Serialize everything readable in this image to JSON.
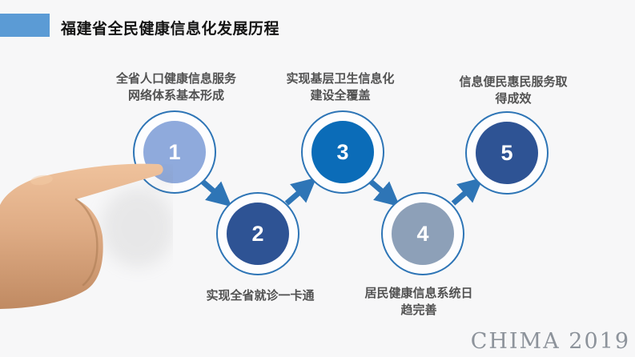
{
  "slide": {
    "title": "福建省全民健康信息化发展历程",
    "watermark": "CHIMA 2019",
    "background": "#F7F7F8",
    "accent_bar_color": "#5B9BD5",
    "ring_color": "#2E75B6",
    "arrow_color": "#2E75B6",
    "label_color": "#525252"
  },
  "steps": [
    {
      "number": "1",
      "label": "全省人口健康信息服务\n网络体系基本形成",
      "label_position": "top",
      "circle_color": "#8FAADC"
    },
    {
      "number": "2",
      "label": "实现全省就诊一卡通",
      "label_position": "bottom",
      "circle_color": "#2E5394"
    },
    {
      "number": "3",
      "label": "实现基层卫生信息化\n建设全覆盖",
      "label_position": "top",
      "circle_color": "#0B6CB8"
    },
    {
      "number": "4",
      "label": "居民健康信息系统日\n趋完善",
      "label_position": "bottom",
      "circle_color": "#8DA0B8"
    },
    {
      "number": "5",
      "label": "信息便民惠民服务取\n得成效",
      "label_position": "top",
      "circle_color": "#2E5394"
    }
  ]
}
